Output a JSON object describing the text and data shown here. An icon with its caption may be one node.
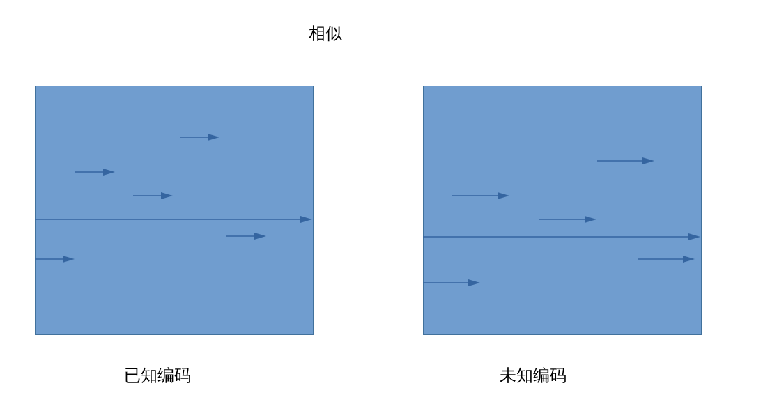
{
  "diagram": {
    "title": "相似",
    "nodes": [
      {
        "text": [
          "已知编码"
        ]
      },
      {
        "text": [
          "未知编码"
        ]
      }
    ]
  }
}
